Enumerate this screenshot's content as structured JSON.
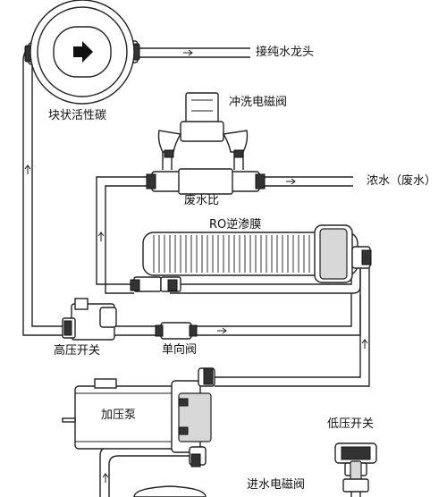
{
  "labels": {
    "faucet": "接纯水龙头",
    "carbon": "块状活性碳",
    "flush_valve": "冲洗电磁阀",
    "concentrate": "浓水（废水）",
    "waste_ratio": "废水比",
    "ro_membrane": "RO逆渗膜",
    "high_pressure_switch": "高压开关",
    "check_valve": "单向阀",
    "booster_pump": "加压泵",
    "low_pressure_switch": "低压开关",
    "inlet_valve": "进水电磁阀"
  }
}
